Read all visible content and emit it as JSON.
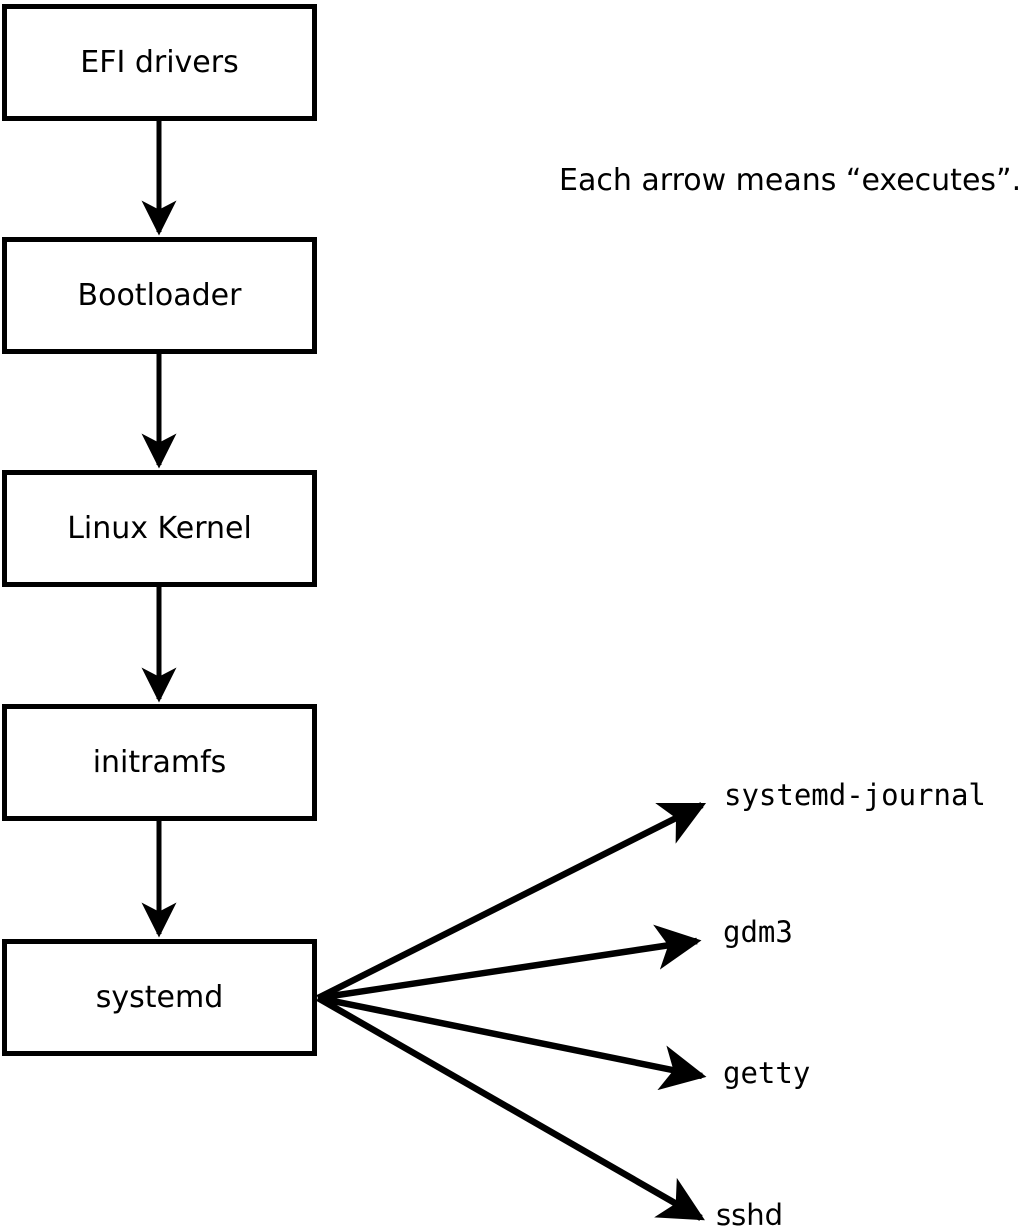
{
  "diagram": {
    "title_note": "Each arrow means “executes”.",
    "arrow_meaning": "executes"
  },
  "chain": [
    {
      "label": "EFI drivers"
    },
    {
      "label": "Bootloader"
    },
    {
      "label": "Linux Kernel"
    },
    {
      "label": "initramfs"
    },
    {
      "label": "systemd"
    }
  ],
  "services": [
    {
      "label": "systemd-journal"
    },
    {
      "label": "gdm3"
    },
    {
      "label": "getty"
    },
    {
      "label": "sshd"
    }
  ],
  "edges": [
    {
      "from": "EFI drivers",
      "to": "Bootloader"
    },
    {
      "from": "Bootloader",
      "to": "Linux Kernel"
    },
    {
      "from": "Linux Kernel",
      "to": "initramfs"
    },
    {
      "from": "initramfs",
      "to": "systemd"
    },
    {
      "from": "systemd",
      "to": "systemd-journal"
    },
    {
      "from": "systemd",
      "to": "gdm3"
    },
    {
      "from": "systemd",
      "to": "getty"
    },
    {
      "from": "systemd",
      "to": "sshd"
    }
  ],
  "colors": {
    "line": "#000000",
    "box_border": "#000000",
    "box_fill": "#ffffff",
    "background": "#ffffff",
    "text": "#000000"
  }
}
